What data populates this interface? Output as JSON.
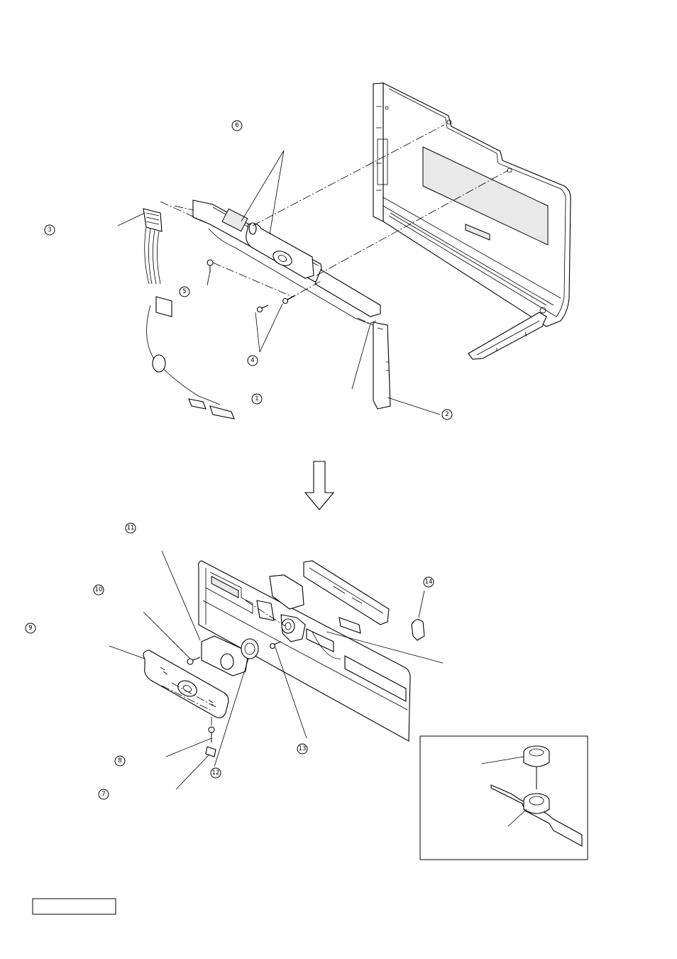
{
  "callouts": {
    "c1": "1",
    "c2": "2",
    "c3": "3",
    "c4": "4",
    "c5": "5",
    "c6": "6",
    "c7": "7",
    "c8": "8",
    "c9": "9",
    "c10": "10",
    "c11": "11",
    "c12": "12",
    "c13": "13",
    "c14": "14"
  },
  "arrow": "down-arrow",
  "label_box": ""
}
